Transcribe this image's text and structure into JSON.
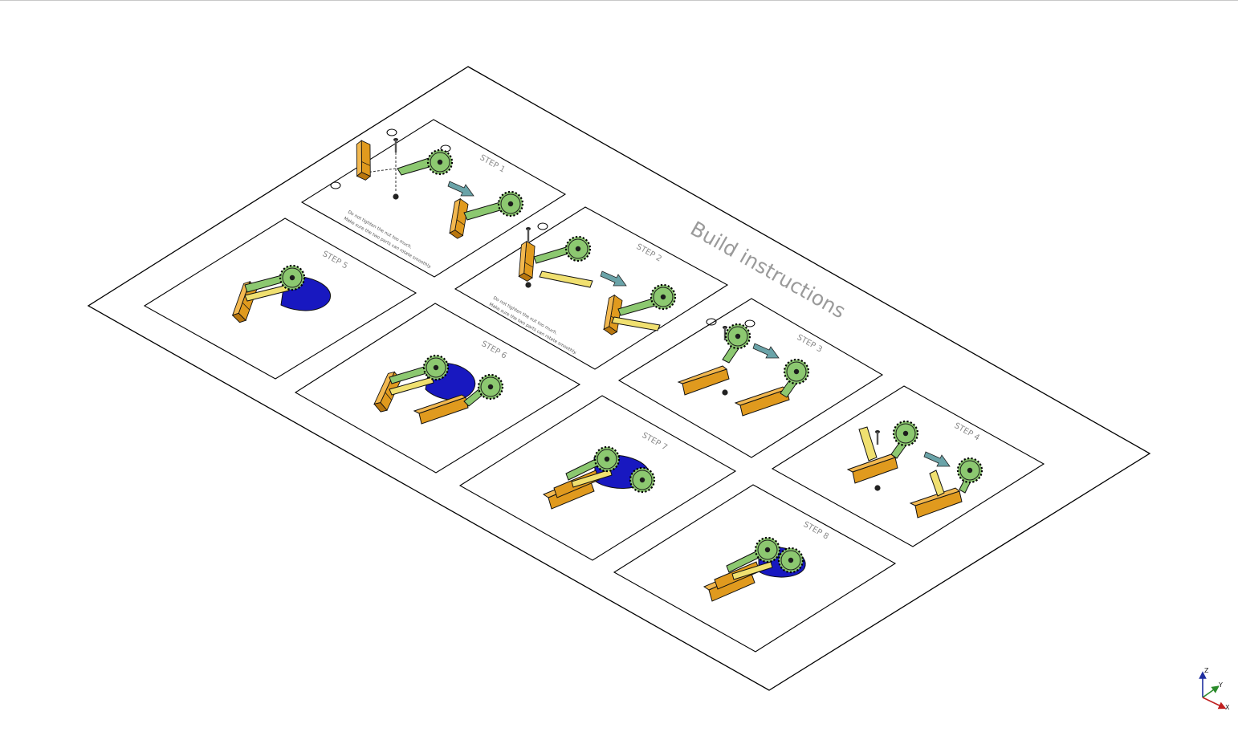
{
  "sheet": {
    "title": "Build instructions"
  },
  "steps": {
    "s1": {
      "label": "STEP 1",
      "note1": "Do not tighten the nut too much.",
      "note2": "Make sure the two parts can rotate smoothly."
    },
    "s2": {
      "label": "STEP 2",
      "note1": "Do not tighten the nut too much.",
      "note2": "Make sure the two parts can rotate smoothly."
    },
    "s3": {
      "label": "STEP 3"
    },
    "s4": {
      "label": "STEP 4"
    },
    "s5": {
      "label": "STEP 5"
    },
    "s6": {
      "label": "STEP 6"
    },
    "s7": {
      "label": "STEP 7"
    },
    "s8": {
      "label": "STEP 8"
    }
  },
  "triad": {
    "z": "Z",
    "y": "Y",
    "x": "X"
  },
  "colors": {
    "wood": "#E09A1E",
    "link": "#F0E070",
    "gear": "#8CC870",
    "base": "#1818C0",
    "arrow": "#6AA3A8",
    "outline": "#000000",
    "label": "#8A8A8A"
  },
  "icons": [
    "axis-triad-icon",
    "arrow-icon",
    "gear-icon",
    "bolt-icon",
    "nut-icon",
    "washer-icon"
  ]
}
